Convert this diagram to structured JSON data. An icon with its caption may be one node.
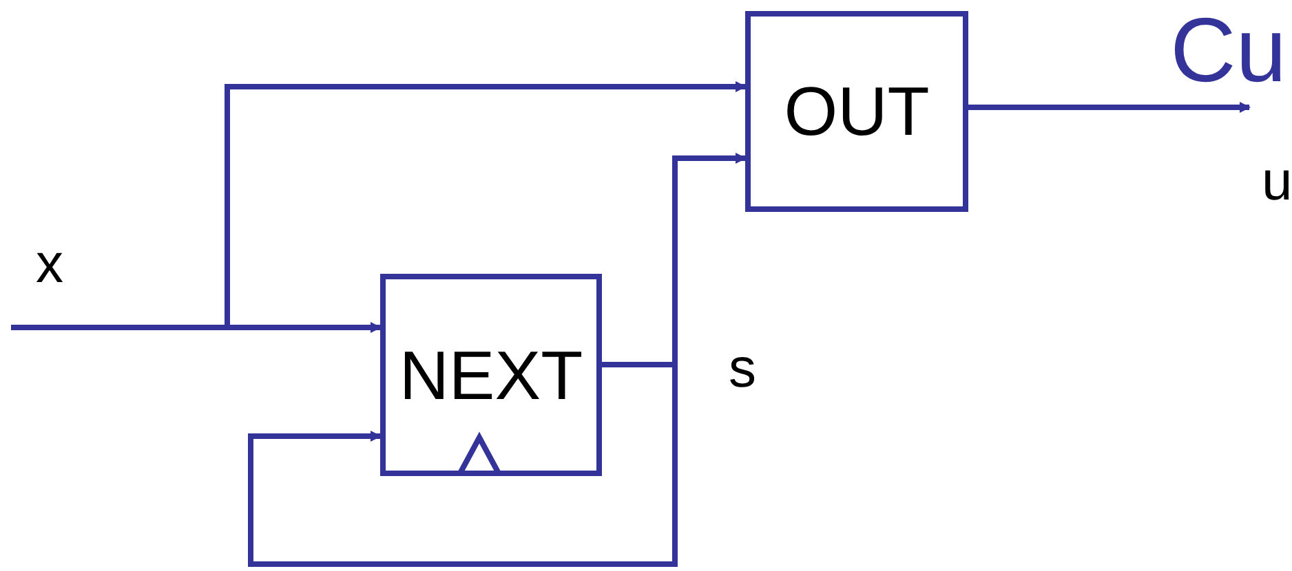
{
  "diagram": {
    "title": "Cu",
    "nodes": [
      {
        "text": [
          "OUT"
        ]
      },
      {
        "text": [
          "NEXT"
        ]
      }
    ],
    "edges": [
      {
        "from": null,
        "to": 1,
        "arrow": "to",
        "label": "x"
      },
      {
        "from": null,
        "to": 0,
        "arrow": "to"
      },
      {
        "from": 1,
        "to": 0,
        "arrow": "to",
        "label": "s"
      },
      {
        "from": 1,
        "to": 1,
        "arrow": "to"
      },
      {
        "from": 0,
        "to": null,
        "arrow": "to",
        "label": "u"
      }
    ]
  }
}
